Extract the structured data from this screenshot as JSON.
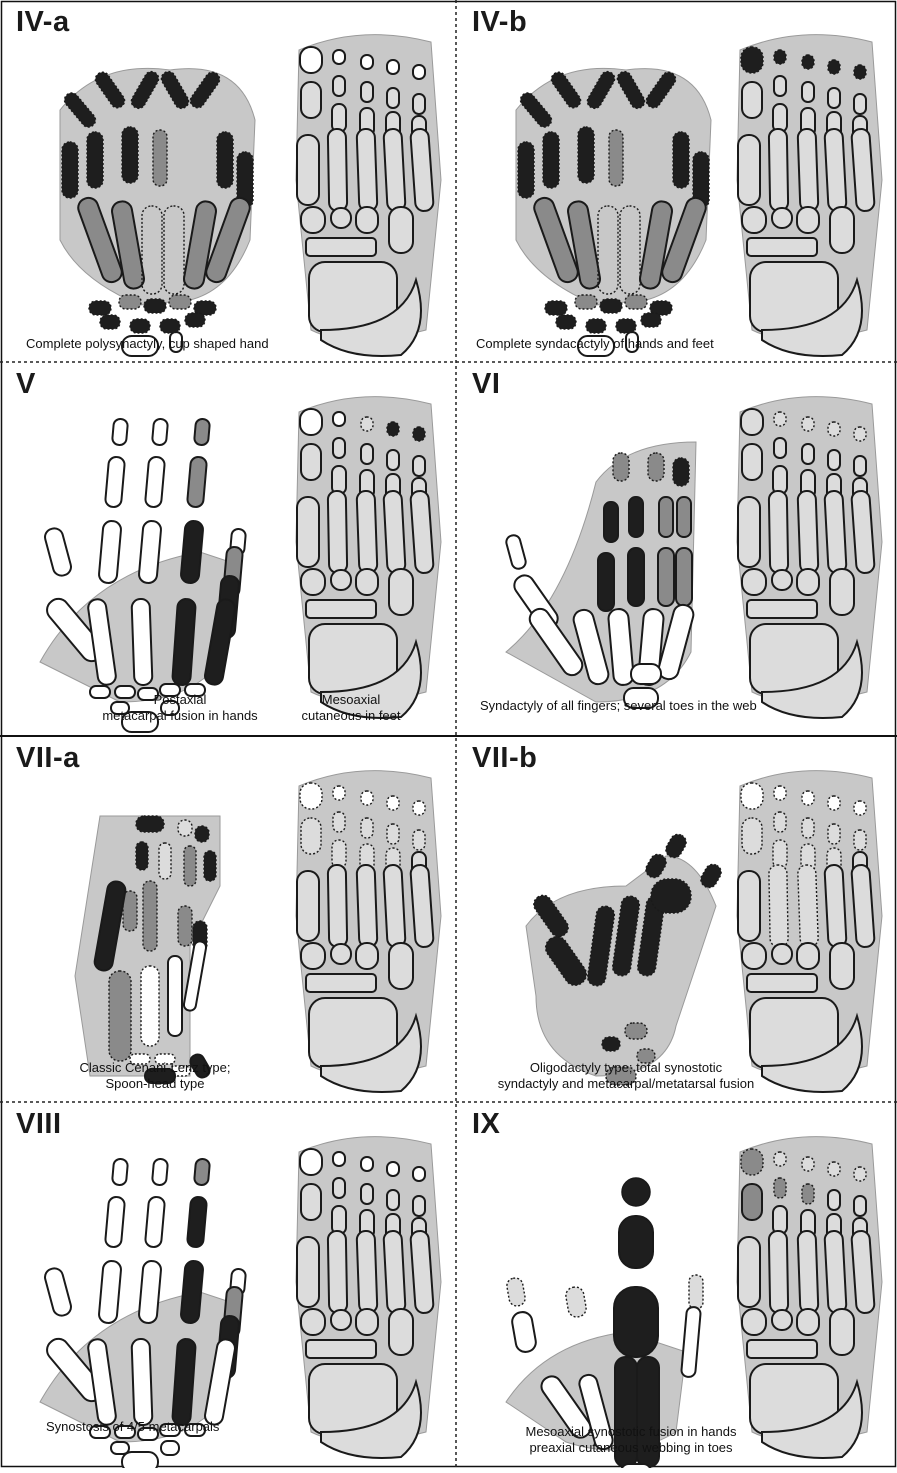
{
  "panels": [
    {
      "id": "IV-a",
      "label": "IV-a",
      "captions": [
        "Complete polysynactyly, cup shaped hand"
      ]
    },
    {
      "id": "IV-b",
      "label": "IV-b",
      "captions": [
        "Complete syndacactyly of hands and feet"
      ]
    },
    {
      "id": "V",
      "label": "V",
      "captions": [
        "Postaxial",
        "metacarpal fusion in hands",
        "Mesoaxial",
        "cutaneous in feet"
      ]
    },
    {
      "id": "VI",
      "label": "VI",
      "captions": [
        "Syndactyly of all fingers; several toes in the web"
      ]
    },
    {
      "id": "VII-a",
      "label": "VII-a",
      "captions": [
        "Classic Cenani-Lenz type;",
        "Spoon-head type"
      ]
    },
    {
      "id": "VII-b",
      "label": "VII-b",
      "captions": [
        "Oligodactyly type; total synostotic",
        "syndactyly and metacarpal/metatarsal fusion"
      ]
    },
    {
      "id": "VIII",
      "label": "VIII",
      "captions": [
        "Synostosis of 4/5 metacarpals"
      ]
    },
    {
      "id": "IX",
      "label": "IX",
      "captions": [
        "Mesoaxial synostotic fusion in hands",
        "preaxial cutaneous webbing in toes"
      ]
    }
  ],
  "legend_colors": {
    "soft_tissue": "#c8c8c8",
    "normal_bone": "#ffffff",
    "fused_bone": "#1e1e1e",
    "hypoplastic_bone": "#8a8a8a",
    "outline": "#1a1a1a"
  }
}
